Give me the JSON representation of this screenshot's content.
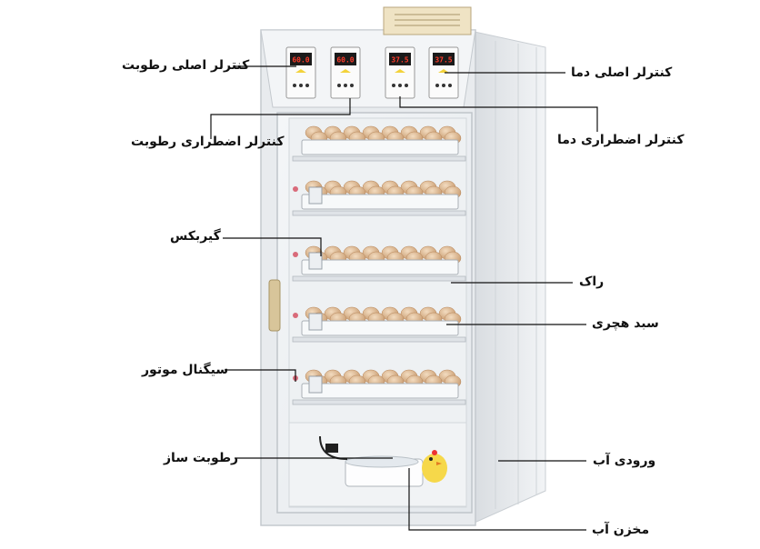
{
  "labels": {
    "main_humidity_controller": "کنترلر اصلی رطوبت",
    "backup_humidity_controller": "کنترلر اضطراری رطوبت",
    "main_temp_controller": "کنترلر اصلی دما",
    "backup_temp_controller": "کنترلر اضطراری دما",
    "gearbox": "گیربکس",
    "rack": "راک",
    "egg_basket": "سبد هچری",
    "signal_motor": "سیگنال موتور",
    "humidifier": "رطوبت ساز",
    "water_inlet": "ورودی آب",
    "water_tank": "مخزن آب"
  },
  "displays": {
    "humidity_main": "60.0",
    "humidity_backup": "60.0",
    "temp_backup": "37.5",
    "temp_main": "37.5"
  },
  "colors": {
    "cabinet": "#e8ebee",
    "display_bg": "#1b1b1b",
    "display_digits": "#ff3b2a",
    "egg": "#d8b28a",
    "leader_line": "#111111"
  }
}
